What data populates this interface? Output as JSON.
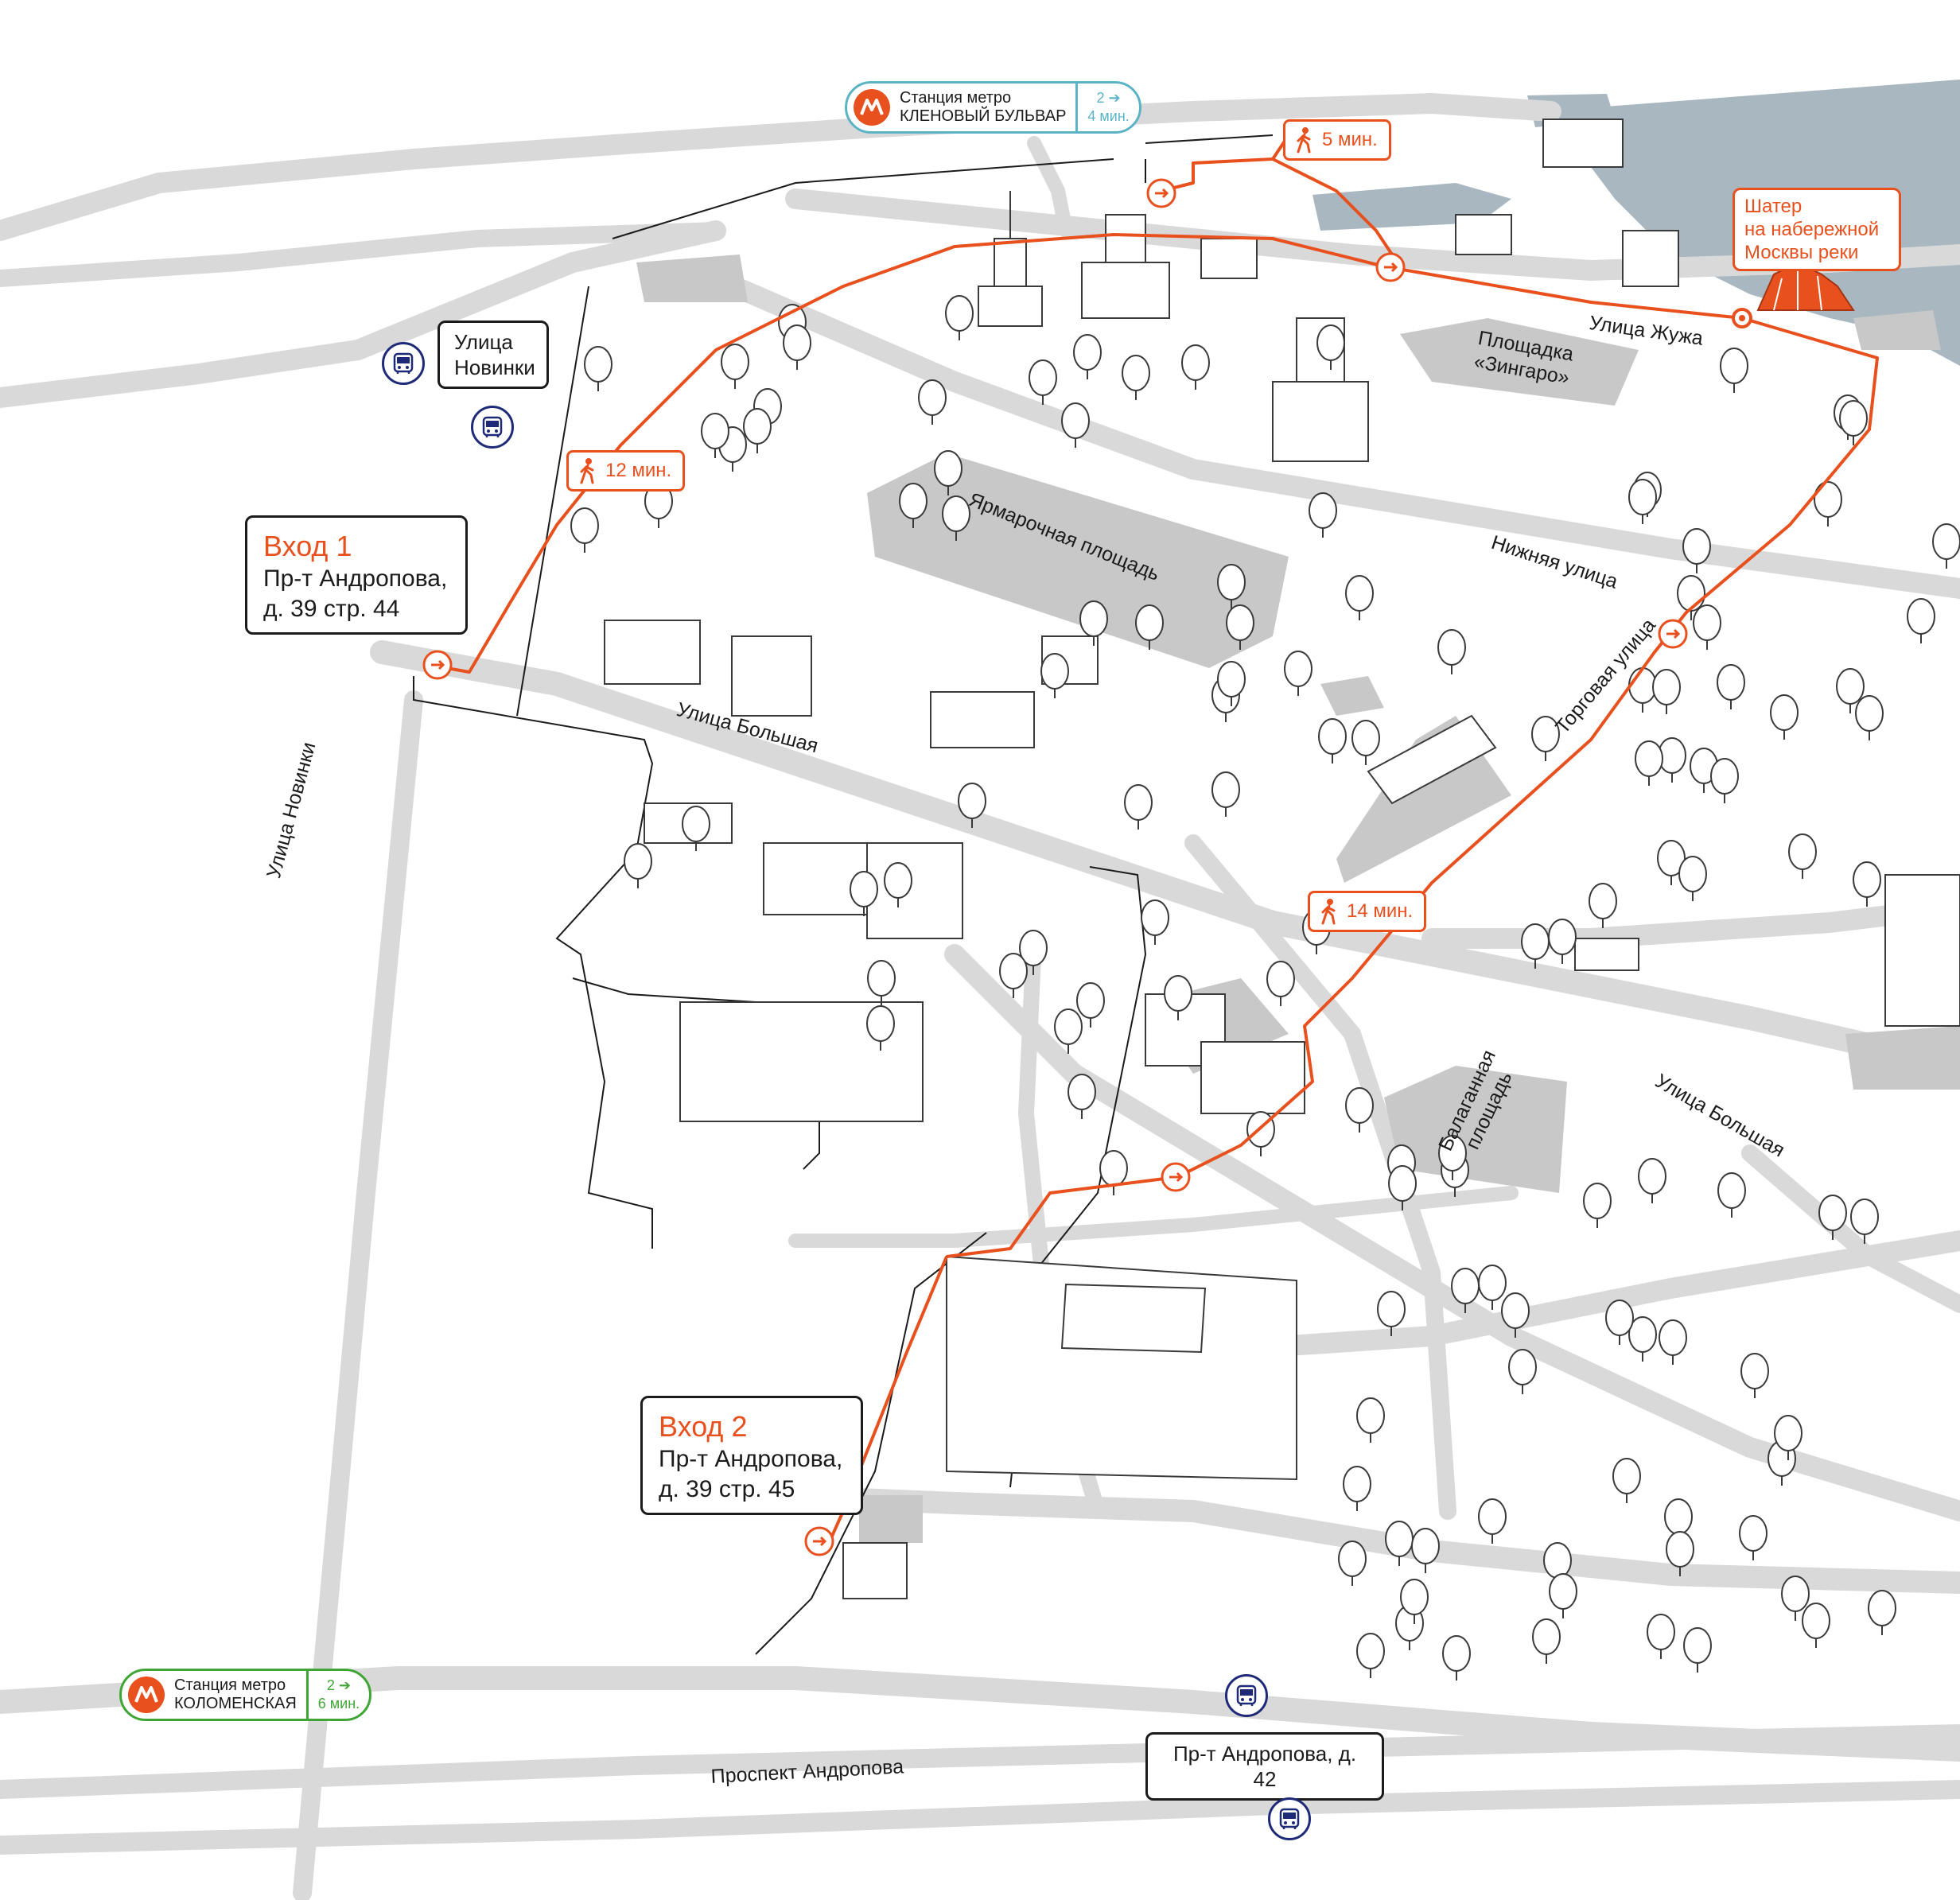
{
  "colors": {
    "route": "#e8501e",
    "road": "#d9d9d9",
    "plaza": "#c8c8c8",
    "river": "#a9b7c0",
    "metro_top": "#5ab4c5",
    "metro_bottom": "#3fa535",
    "bus": "#1e2a78"
  },
  "entrances": [
    {
      "title": "Вход 1",
      "address": "Пр-т Андропова, д. 39 стр. 44"
    },
    {
      "title": "Вход 2",
      "address": "Пр-т Андропова, д. 39 стр. 45"
    }
  ],
  "metro": [
    {
      "label": "Станция метро",
      "name": "КЛЕНОВЫЙ БУЛЬВАР",
      "time_top": "2 ➔",
      "time_bottom": "4 мин."
    },
    {
      "label": "Станция метро",
      "name": "КОЛОМЕНСКАЯ",
      "time_top": "2 ➔",
      "time_bottom": "6 мин."
    }
  ],
  "bus_stops": [
    {
      "name": "Улица Новинки"
    },
    {
      "name": "Пр-т Андропова, д. 42"
    }
  ],
  "walk_times": [
    "5 мин.",
    "12 мин.",
    "14 мин."
  ],
  "destination": {
    "line1": "Шатер",
    "line2": "на набережной",
    "line3": "Москвы реки"
  },
  "streets": {
    "zhuzha": "Улица Жужа",
    "nizhnyaya": "Нижняя улица",
    "torgovaya": "Торговая улица",
    "bolshaya_1": "Улица Большая",
    "bolshaya_2": "Улица Большая",
    "novinki": "Улица Новинки",
    "andropova": "Проспект Андропова"
  },
  "areas": {
    "yarmarochnaya": "Ярмарочная площадь",
    "zingaro_1": "Площадка",
    "zingaro_2": "«Зингаро»",
    "balagannaya_1": "Балаганная",
    "balagannaya_2": "площадь"
  },
  "icons": [
    "metro-logo-icon",
    "bus-icon",
    "pedestrian-icon",
    "arrow-icon",
    "tent-icon",
    "destination-pin-icon"
  ]
}
